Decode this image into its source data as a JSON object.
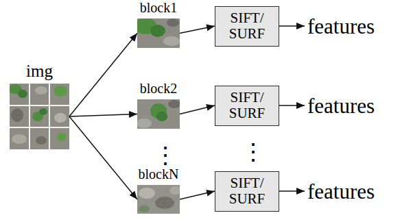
{
  "diagram": {
    "nodes": [
      {
        "text": [
          "img"
        ]
      },
      {
        "text": [
          "block1"
        ]
      },
      {
        "text": [
          "block2"
        ]
      },
      {
        "text": [
          "blockN"
        ]
      },
      {
        "text": [
          "SIFT/ SURF"
        ]
      },
      {
        "text": [
          "SIFT/ SURF"
        ]
      },
      {
        "text": [
          "SIFT/ SURF"
        ]
      }
    ],
    "edges": [
      {
        "from": 0,
        "to": 1,
        "arrow": "to"
      },
      {
        "from": 0,
        "to": 2,
        "arrow": "to"
      },
      {
        "from": 0,
        "to": 3,
        "arrow": "to"
      },
      {
        "from": 1,
        "to": 4,
        "arrow": "to"
      },
      {
        "from": 2,
        "to": 5,
        "arrow": "to"
      },
      {
        "from": 3,
        "to": 6,
        "arrow": "to"
      }
    ],
    "labels": [
      "features",
      "⋮",
      "⋮",
      "features",
      "features"
    ]
  }
}
